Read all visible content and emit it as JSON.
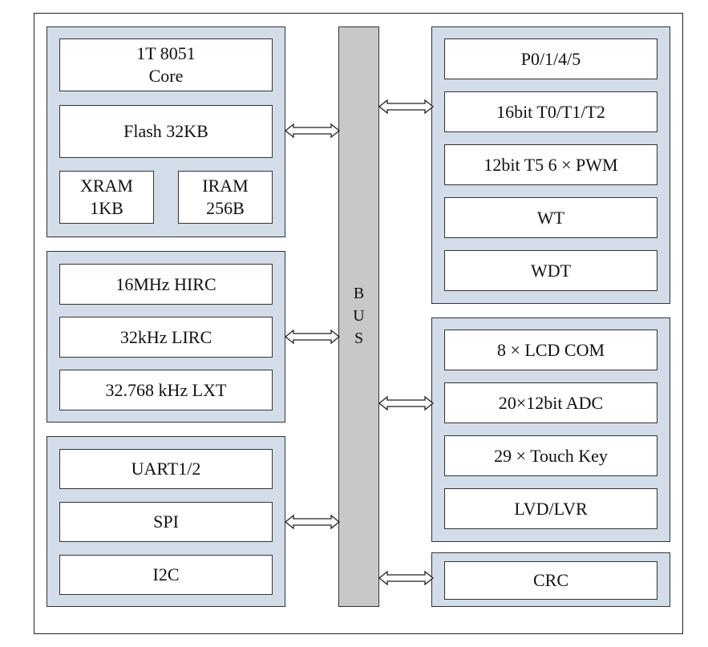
{
  "bus": {
    "label": "B\nU\nS"
  },
  "left_groups": {
    "core": {
      "cpu": "1T 8051\nCore",
      "flash": "Flash 32KB",
      "xram": "XRAM\n1KB",
      "iram": "IRAM\n256B"
    },
    "clocks": {
      "hirc": "16MHz  HIRC",
      "lirc": "32kHz  LIRC",
      "lxt": "32.768  kHz  LXT"
    },
    "comm": {
      "uart": "UART1/2",
      "spi": "SPI",
      "i2c": "I2C"
    }
  },
  "right_groups": {
    "timers": {
      "ports": "P0/1/4/5",
      "t012": "16bit  T0/T1/T2",
      "t5pwm": "12bit T5  6 × PWM",
      "wt": "WT",
      "wdt": "WDT"
    },
    "analog": {
      "lcd": "8 × LCD COM",
      "adc": "20×12bit ADC",
      "touch": "29 × Touch Key",
      "lvd": "LVD/LVR"
    },
    "crc": {
      "crc": "CRC"
    }
  },
  "colors": {
    "group_fill": "#d3dde9",
    "bus_fill": "#c8c8c8",
    "border": "#333333"
  }
}
